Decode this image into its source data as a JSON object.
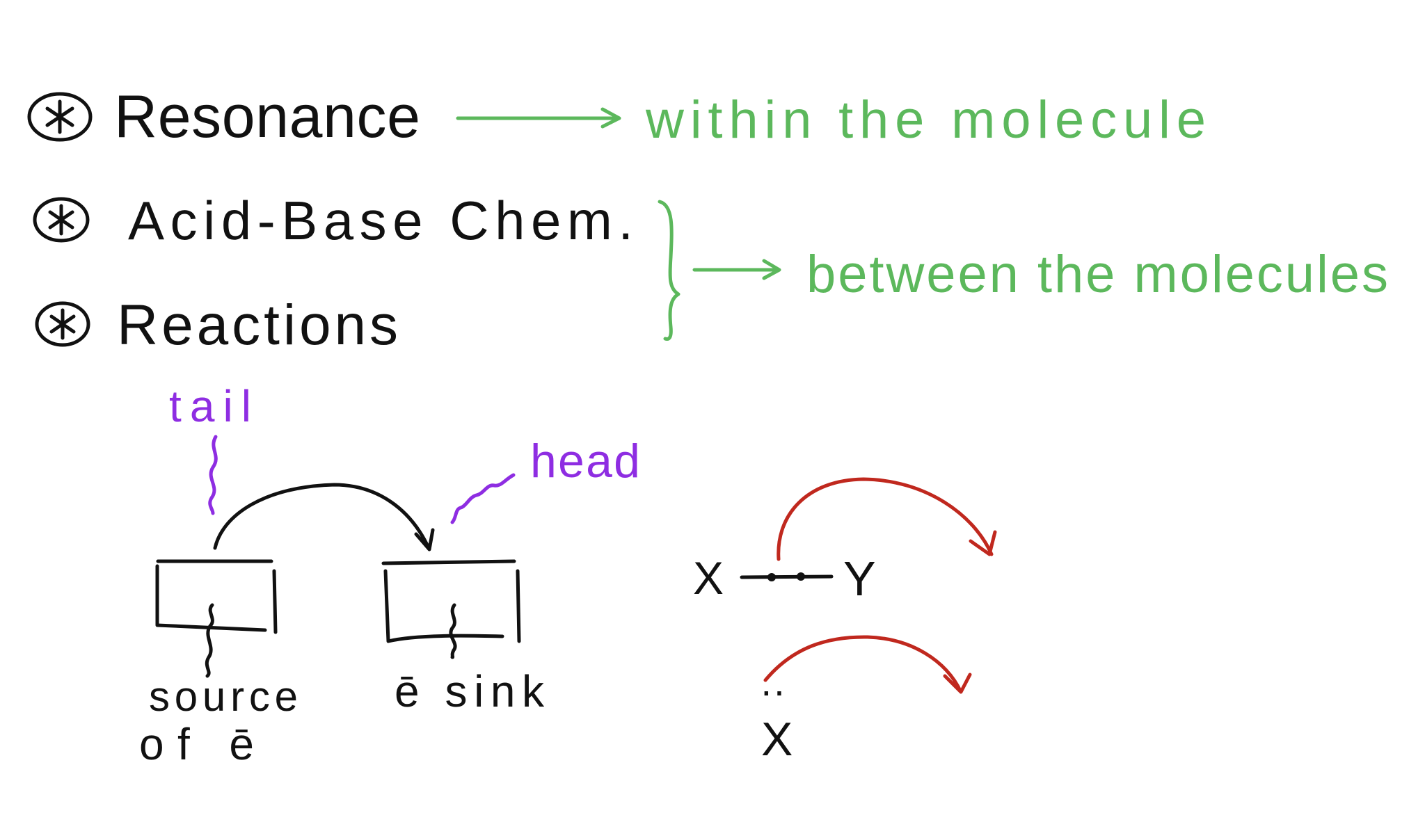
{
  "colors": {
    "ink": "#111111",
    "green": "#5cb85c",
    "purple": "#8e2de2",
    "red": "#c0281e"
  },
  "bullets": [
    {
      "icon": "asterisk-circle-icon",
      "label": "Resonance"
    },
    {
      "icon": "asterisk-circle-icon",
      "label": "Acid-Base Chem."
    },
    {
      "icon": "asterisk-circle-icon",
      "label": "Reactions"
    }
  ],
  "notes": {
    "within": "within the molecule",
    "between": "between the molecules"
  },
  "diagram": {
    "tail_label": "tail",
    "head_label": "head",
    "source_line1": "source",
    "source_line2": "of ē",
    "sink_label": "ē sink",
    "bond_left_atom": "X",
    "bond_right_atom": "Y",
    "lone_pair_atom": "X",
    "lone_pair_dots": "··"
  }
}
